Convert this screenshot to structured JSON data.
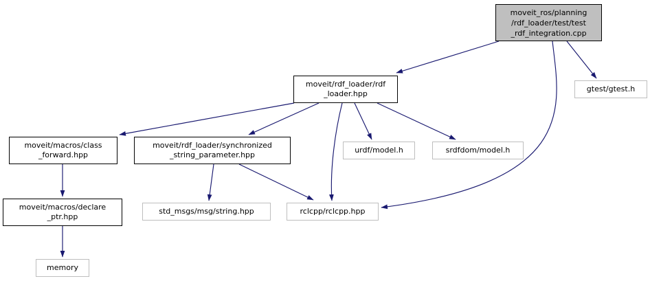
{
  "diagram": {
    "type": "include-dependency-graph",
    "colors": {
      "edge": "#191970",
      "current_node_fill": "#bfbfbf",
      "documented_node_border": "#000000",
      "external_node_border": "#bebebe",
      "background": "#ffffff",
      "text": "#000000"
    },
    "nodes": [
      {
        "id": "test_rdf_integration",
        "kind": "current",
        "label": "moveit_ros/planning\n/rdf_loader/test/test\n_rdf_integration.cpp"
      },
      {
        "id": "rdf_loader",
        "kind": "documented",
        "label": "moveit/rdf_loader/rdf\n_loader.hpp"
      },
      {
        "id": "gtest",
        "kind": "external",
        "label": "gtest/gtest.h"
      },
      {
        "id": "class_forward",
        "kind": "documented",
        "label": "moveit/macros/class\n_forward.hpp"
      },
      {
        "id": "synchronized_string_parameter",
        "kind": "documented",
        "label": "moveit/rdf_loader/synchronized\n_string_parameter.hpp"
      },
      {
        "id": "urdf_model",
        "kind": "external",
        "label": "urdf/model.h"
      },
      {
        "id": "srdfdom_model",
        "kind": "external",
        "label": "srdfdom/model.h"
      },
      {
        "id": "declare_ptr",
        "kind": "documented",
        "label": "moveit/macros/declare\n_ptr.hpp"
      },
      {
        "id": "std_msgs_string",
        "kind": "external",
        "label": "std_msgs/msg/string.hpp"
      },
      {
        "id": "rclcpp",
        "kind": "external",
        "label": "rclcpp/rclcpp.hpp"
      },
      {
        "id": "memory",
        "kind": "external",
        "label": "memory"
      }
    ],
    "edges": [
      {
        "from": "test_rdf_integration",
        "to": "rdf_loader"
      },
      {
        "from": "test_rdf_integration",
        "to": "gtest"
      },
      {
        "from": "test_rdf_integration",
        "to": "rclcpp"
      },
      {
        "from": "rdf_loader",
        "to": "class_forward"
      },
      {
        "from": "rdf_loader",
        "to": "synchronized_string_parameter"
      },
      {
        "from": "rdf_loader",
        "to": "urdf_model"
      },
      {
        "from": "rdf_loader",
        "to": "srdfdom_model"
      },
      {
        "from": "rdf_loader",
        "to": "rclcpp"
      },
      {
        "from": "synchronized_string_parameter",
        "to": "std_msgs_string"
      },
      {
        "from": "synchronized_string_parameter",
        "to": "rclcpp"
      },
      {
        "from": "class_forward",
        "to": "declare_ptr"
      },
      {
        "from": "declare_ptr",
        "to": "memory"
      }
    ]
  }
}
